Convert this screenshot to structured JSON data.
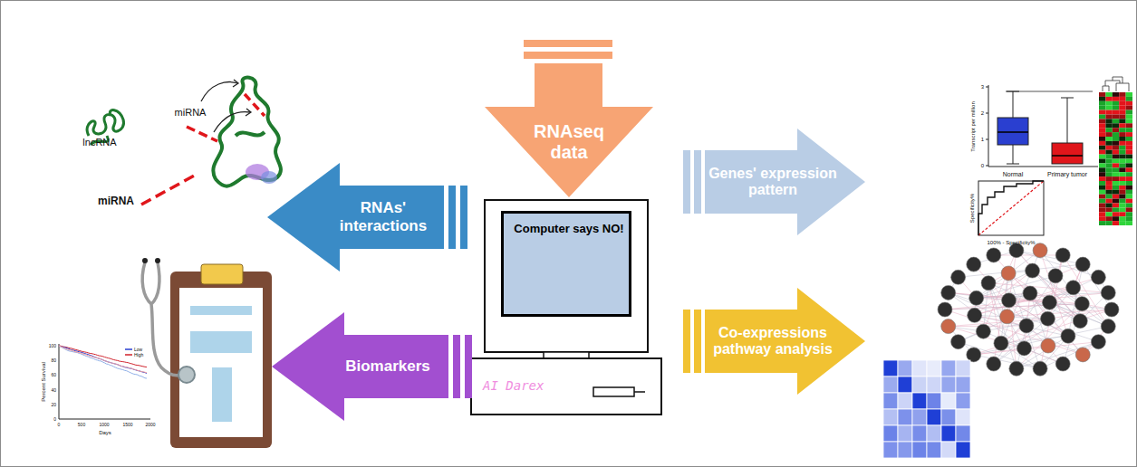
{
  "diagram": {
    "nodes": [
      {
        "text": [
          "RNAseq data"
        ]
      },
      {
        "text": [
          "RNAs' interactions"
        ]
      },
      {
        "text": [
          "Genes' expression pattern"
        ]
      },
      {
        "text": [
          "Computer says NO!"
        ]
      },
      {
        "text": [
          "Biomarkers"
        ]
      },
      {
        "text": [
          "Co-expressions pathway analysis"
        ]
      }
    ],
    "labels": [
      "lncRNA",
      "miRNA",
      "miRNA",
      "Normal",
      "Primary tumor",
      "Transcript per million",
      "0",
      "1",
      "2",
      "3",
      "Specificity%",
      "100% - Specificity%",
      "Percent Survival",
      "Days",
      "0",
      "500",
      "1000",
      "1500",
      "2000",
      "0",
      "20",
      "40",
      "60",
      "80",
      "100",
      "Low",
      "High",
      "AI Darex"
    ]
  }
}
